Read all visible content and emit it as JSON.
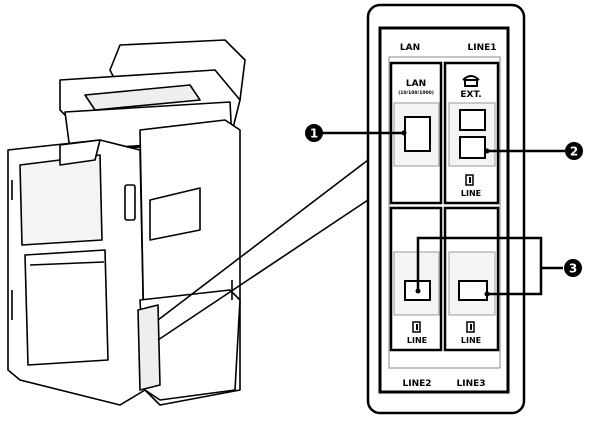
{
  "panel": {
    "top_labels": [
      "LAN",
      "LINE1"
    ],
    "bottom_labels": [
      "LINE2",
      "LINE3"
    ],
    "lan_port_label": "LAN",
    "lan_port_speed": "(10/100/1000)",
    "ext_label": "EXT.",
    "line_label": "LINE"
  },
  "callouts": [
    "1",
    "2",
    "3"
  ],
  "colors": {
    "line": "#000000",
    "port_fill": "#f2f2f2",
    "background": "#ffffff"
  }
}
